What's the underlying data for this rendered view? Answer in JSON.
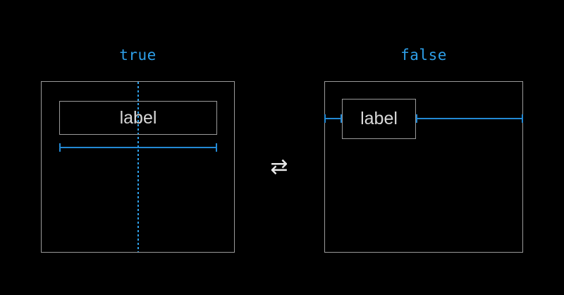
{
  "diagram": {
    "background_color": "#000000",
    "accent_color": "#2e9fe8",
    "measure_color": "#2389d4",
    "stroke_color": "#9a9a9a",
    "text_color": "#d8d8d8",
    "swap_symbol": "⇄"
  },
  "panels": [
    {
      "title": "true",
      "label": "label",
      "has_centerline": true
    },
    {
      "title": "false",
      "label": "label",
      "has_centerline": false
    }
  ]
}
